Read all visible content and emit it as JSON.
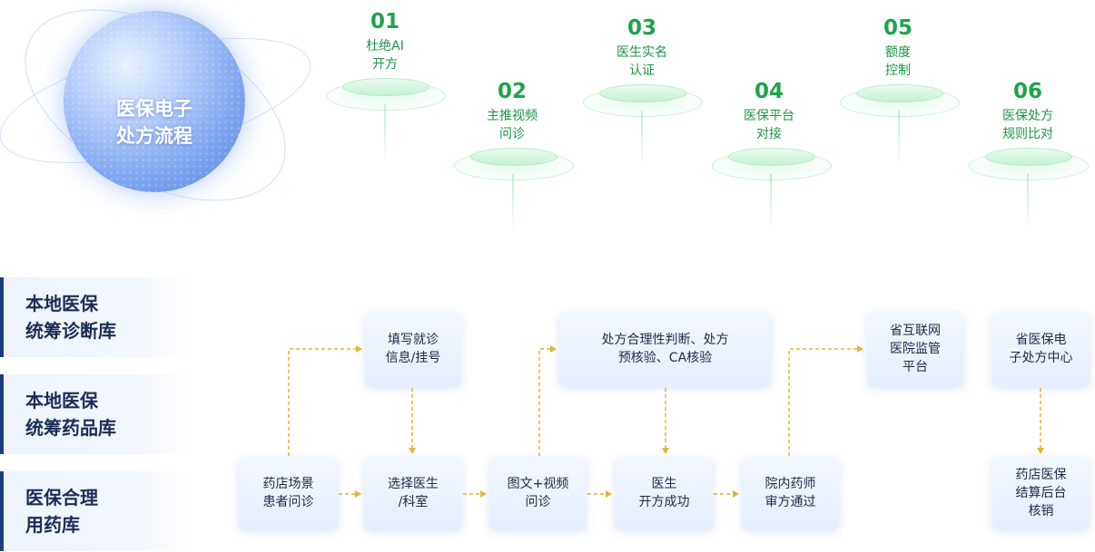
{
  "title": "医保电子\n处方流程",
  "steps": [
    {
      "num": "01",
      "label": "杜绝AI\n开方"
    },
    {
      "num": "02",
      "label": "主推视频\n问诊"
    },
    {
      "num": "03",
      "label": "医生实名\n认证"
    },
    {
      "num": "04",
      "label": "医保平台\n对接"
    },
    {
      "num": "05",
      "label": "额度\n控制"
    },
    {
      "num": "06",
      "label": "医保处方\n规则比对"
    }
  ],
  "libraries": [
    {
      "label": "本地医保\n统筹诊断库"
    },
    {
      "label": "本地医保\n统筹药品库"
    },
    {
      "label": "医保合理\n用药库"
    }
  ],
  "flow": {
    "pharmacy_scene": "药店场景\n患者问诊",
    "fill_info": "填写就诊\n信息/挂号",
    "select_doctor": "选择医生\n/科室",
    "consult": "图文+视频\n问诊",
    "judgment": "处方合理性判断、处方\n预核验、CA核验",
    "doctor_prescribe": "医生\n开方成功",
    "pharmacist_review": "院内药师\n审方通过",
    "provincial_platform": "省互联网\n医院监管\n平台",
    "provincial_center": "省医保电\n子处方中心",
    "settlement": "药店医保\n结算后台\n核销"
  },
  "colors": {
    "accent_green": "#1fa34a",
    "arrow_gold": "#e7b43a",
    "library_bar": "#1c3c7e"
  }
}
